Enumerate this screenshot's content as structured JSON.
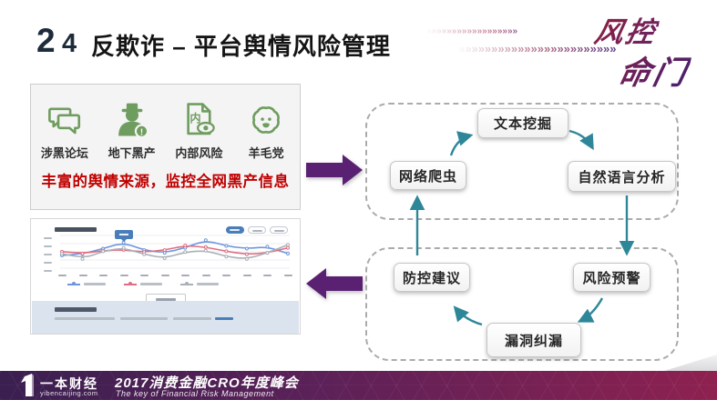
{
  "slide": {
    "number_primary": "2",
    "number_secondary": "4",
    "title": "反欺诈 – 平台舆情风险管理",
    "brand_mark": {
      "line1": "风控",
      "line2": "命门"
    }
  },
  "decorations": {
    "chevrons_short": "»»»»»»»»»»»»»»»»»»",
    "chevrons_long": "»»»»»»»»»»»»»»»»»»»»»»»»"
  },
  "sources_panel": {
    "items": [
      {
        "label": "涉黑论坛",
        "icon": "chat-bubbles-icon"
      },
      {
        "label": "地下黑产",
        "icon": "spy-icon",
        "badge": "!"
      },
      {
        "label": "内部风险",
        "icon": "document-eye-icon",
        "glyph": "内"
      },
      {
        "label": "羊毛党",
        "icon": "sheep-icon"
      }
    ],
    "caption": "丰富的舆情来源，监控全网黑产信息"
  },
  "flow_diagram": {
    "nodes": [
      {
        "id": "text-mining",
        "label": "文本挖掘"
      },
      {
        "id": "web-crawler",
        "label": "网络爬虫"
      },
      {
        "id": "nlp-analysis",
        "label": "自然语言分析"
      },
      {
        "id": "prevention-advice",
        "label": "防控建议"
      },
      {
        "id": "risk-warning",
        "label": "风险预警"
      },
      {
        "id": "leak-fixing",
        "label": "漏洞纠漏"
      }
    ]
  },
  "chart_data": {
    "type": "line",
    "x_points": 12,
    "series": [
      {
        "name": "blue-series",
        "color": "#6d96dd",
        "values": [
          38,
          42,
          56,
          72,
          52,
          45,
          58,
          78,
          63,
          56,
          61,
          43
        ]
      },
      {
        "name": "pink-series",
        "color": "#e06e82",
        "values": [
          48,
          43,
          51,
          53,
          47,
          52,
          64,
          60,
          49,
          41,
          45,
          58
        ]
      },
      {
        "name": "gray-series",
        "color": "#a9b0b6",
        "values": [
          43,
          29,
          49,
          58,
          41,
          31,
          47,
          51,
          35,
          29,
          45,
          66
        ]
      }
    ],
    "ylim": [
      0,
      100
    ],
    "grid": true,
    "legend_position": "bottom",
    "tooltip_point": {
      "series": 0,
      "index": 3
    }
  },
  "footer": {
    "brand": "一本财经",
    "website": "yibencaijing.com",
    "event_title": "2017消费金融CRO年度峰会",
    "event_subtitle": "The key of Financial Risk Management"
  },
  "colors": {
    "accent_purple": "#5a2173",
    "flow_arrow_teal": "#2e8799",
    "icon_green": "#6f9d60",
    "caption_red": "#c00000"
  }
}
